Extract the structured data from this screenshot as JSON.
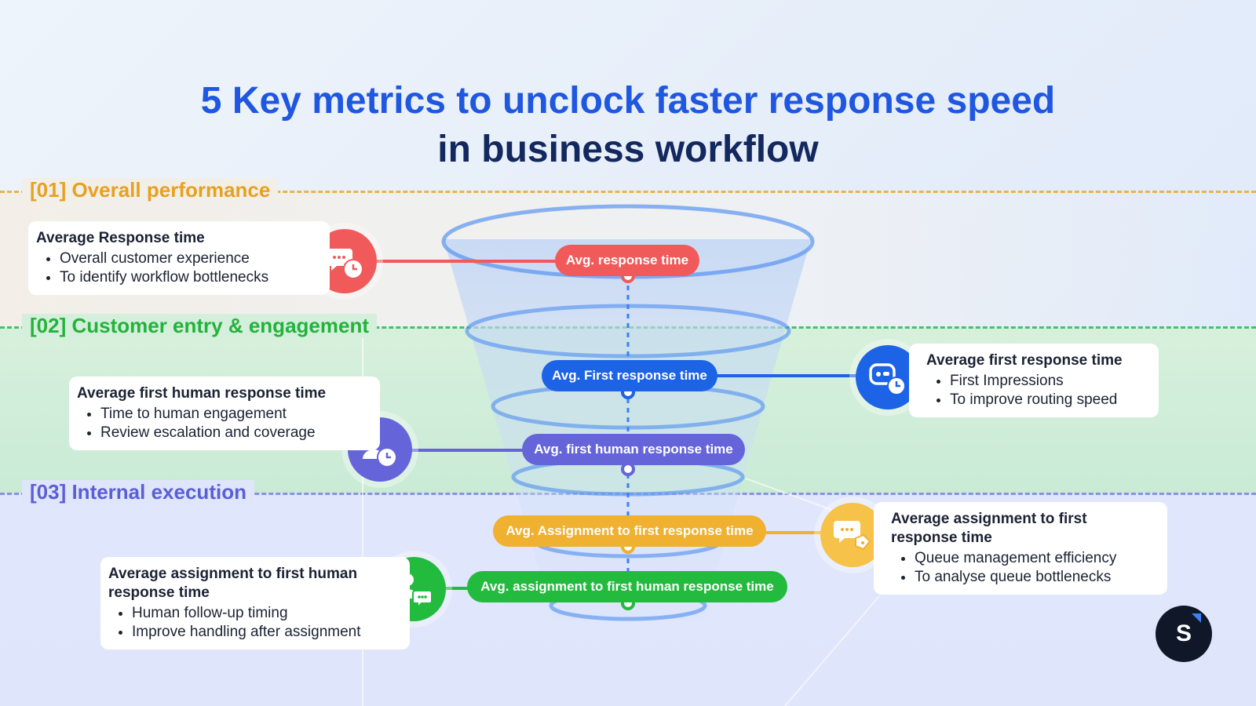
{
  "title": {
    "line1": "5 Key metrics to unclock faster response speed",
    "line2": "in business workflow"
  },
  "sections": [
    {
      "label": "[01] Overall performance",
      "color": "#e8a020"
    },
    {
      "label": "[02]  Customer entry & engagement",
      "color": "#22b33a"
    },
    {
      "label": "[03]  Internal execution",
      "color": "#5a5fd6"
    }
  ],
  "funnel_labels": [
    {
      "label": "Avg. response time",
      "color": "#f05a5a"
    },
    {
      "label": "Avg. First response time",
      "color": "#1c63e6"
    },
    {
      "label": "Avg. first human response time",
      "color": "#6565d9"
    },
    {
      "label": "Avg. Assignment to first response time",
      "color": "#f0b030"
    },
    {
      "label": "Avg. assignment to first human response time",
      "color": "#22bb3e"
    }
  ],
  "cards": {
    "avg_response": {
      "title": "Average Response time",
      "bullets": [
        "Overall customer experience",
        "To identify workflow bottlenecks"
      ],
      "icon": "chat-clock-icon"
    },
    "avg_first_response": {
      "title": "Average first response time",
      "bullets": [
        "First Impressions",
        "To improve routing speed"
      ],
      "icon": "bot-clock-icon"
    },
    "avg_first_human": {
      "title": "Average first human response time",
      "bullets": [
        "Time to human engagement",
        "Review escalation and coverage"
      ],
      "icon": "user-clock-icon"
    },
    "avg_assignment_first": {
      "title": "Average assignment to first response time",
      "bullets": [
        "Queue management efficiency",
        "To analyse queue bottlenecks"
      ],
      "icon": "chat-tag-icon"
    },
    "avg_assignment_human": {
      "title": "Average assignment to first human response time",
      "bullets": [
        "Human follow-up timing",
        "Improve handling after assignment"
      ],
      "icon": "user-chat-icon"
    }
  },
  "logo": {
    "letter": "S"
  }
}
